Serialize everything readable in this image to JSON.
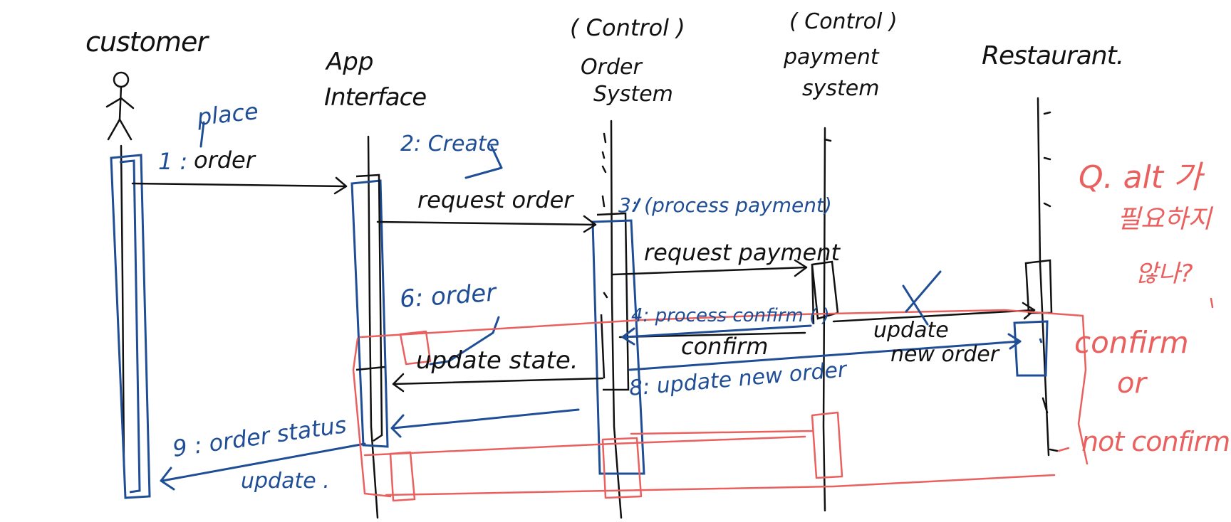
{
  "colors": {
    "black_ink": "#111111",
    "blue_ink": "#1f4e96",
    "red_ink": "#e9605f",
    "background": "#ffffff"
  },
  "participants": {
    "customer": "customer",
    "app_interface_line1": "App",
    "app_interface_line2": "Interface",
    "order_system_stereotype": "( Control )",
    "order_system_line1": "Order",
    "order_system_line2": "System",
    "payment_system_stereotype": "( Control )",
    "payment_system_line1": "payment",
    "payment_system_line2": "system",
    "restaurant": "Restaurant."
  },
  "messages": {
    "m1_number": "1 :",
    "m1_text": "order",
    "m1_annotation": "place",
    "m2_label": "2: Create",
    "m2_text": "request order",
    "m3_label": "3: (process payment)",
    "m3_text": "request payment",
    "m4_label": "4: process confirm ( )",
    "m4_text": "confirm",
    "m5_text": "update",
    "m5_text2": "new order",
    "m6_label": "6: order",
    "m6_text": "update state.",
    "m8_label": "8: update new order",
    "m9_line1": "9 : order status",
    "m9_line2": "update ."
  },
  "notes": {
    "question_line1": "Q. alt 가",
    "question_line2": "필요하지",
    "question_line3": "않나?",
    "alt_branch1": "confirm",
    "alt_branch2": "or",
    "alt_branch3": "not confirm"
  }
}
